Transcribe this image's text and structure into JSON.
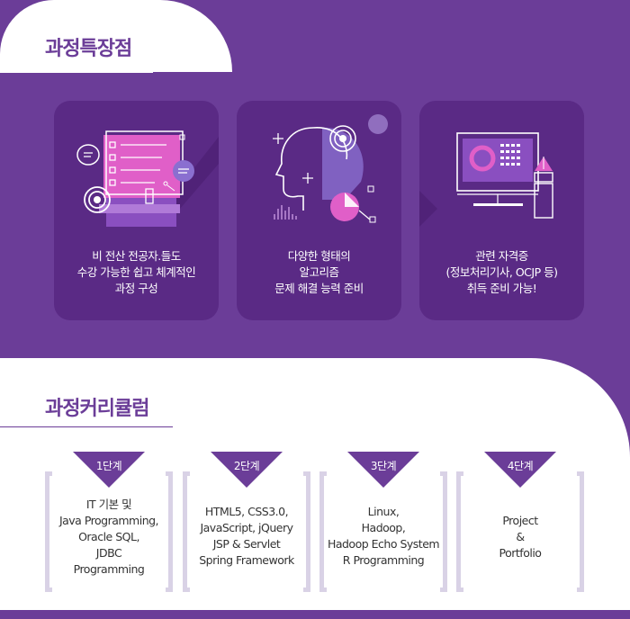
{
  "features": {
    "title": "과정특장점",
    "cards": [
      {
        "lines": [
          "비 전산 전공자.들도",
          "수강 가능한 쉽고 체계적인",
          "과정 구성"
        ]
      },
      {
        "lines": [
          "다양한 형태의",
          "알고리즘",
          "문제 해결 능력 준비"
        ]
      },
      {
        "lines": [
          "관련 자격증",
          "(정보처리기사, OCJP 등)",
          "취득 준비 가능!"
        ]
      }
    ]
  },
  "curriculum": {
    "title": "과정커리큘럼",
    "steps": [
      {
        "stage": "1단계",
        "lines": [
          "IT 기본 및",
          "Java Programming,",
          "Oracle SQL,",
          "JDBC",
          "Programming"
        ]
      },
      {
        "stage": "2단계",
        "lines": [
          "HTML5, CSS3.0,",
          "JavaScript, jQuery",
          "JSP & Servlet",
          "Spring Framework"
        ]
      },
      {
        "stage": "3단계",
        "lines": [
          "Linux,",
          "Hadoop,",
          "Hadoop Echo System",
          "R Programming"
        ]
      },
      {
        "stage": "4단계",
        "lines": [
          "Project",
          "&",
          "Portfolio"
        ]
      }
    ]
  },
  "colors": {
    "brand_purple": "#6b3d98",
    "card_purple": "#5a2a85",
    "accent_pink": "#e05fc8",
    "light_lavender": "#d9d2e6"
  }
}
